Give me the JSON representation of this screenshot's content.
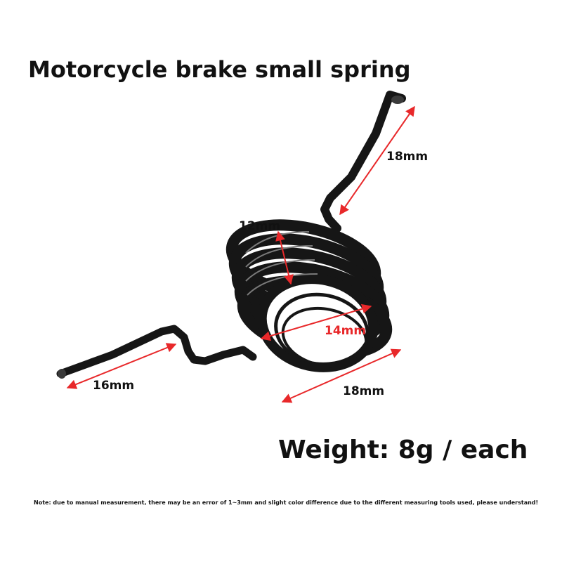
{
  "title": "Motorcycle brake small spring",
  "dimensions": {
    "leg_top": "18mm",
    "coil_wire": "12mm",
    "inner_diameter": "14mm",
    "leg_left": "16mm",
    "coil_length": "18mm"
  },
  "weight": "Weight: 8g / each",
  "note": "Note: due to manual measurement, there may be an error of 1~3mm and slight color difference due to the different measuring tools used, please understand!",
  "colors": {
    "dimension_line": "#e8282a",
    "spring": "#161616",
    "text": "#111111",
    "inner_label": "#e8282a"
  }
}
